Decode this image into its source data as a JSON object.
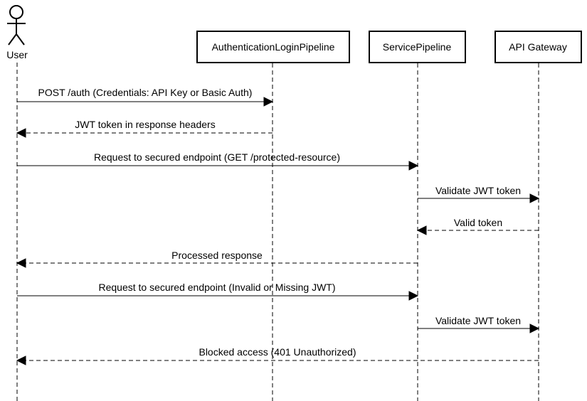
{
  "actor": {
    "id": "user",
    "label": "User"
  },
  "participants": [
    {
      "id": "auth",
      "label": "AuthenticationLoginPipeline"
    },
    {
      "id": "service",
      "label": "ServicePipeline"
    },
    {
      "id": "gateway",
      "label": "API Gateway"
    }
  ],
  "messages": [
    {
      "from": "user",
      "to": "auth",
      "label": "POST /auth (Credentials: API Key or Basic Auth)",
      "style": "solid"
    },
    {
      "from": "auth",
      "to": "user",
      "label": "JWT token in response headers",
      "style": "dashed"
    },
    {
      "from": "user",
      "to": "service",
      "label": "Request to secured endpoint (GET /protected-resource)",
      "style": "solid"
    },
    {
      "from": "service",
      "to": "gateway",
      "label": "Validate JWT token",
      "style": "solid"
    },
    {
      "from": "gateway",
      "to": "service",
      "label": "Valid token",
      "style": "dashed"
    },
    {
      "from": "service",
      "to": "user",
      "label": "Processed response",
      "style": "dashed"
    },
    {
      "from": "user",
      "to": "service",
      "label": "Request to secured endpoint (Invalid or Missing JWT)",
      "style": "solid"
    },
    {
      "from": "service",
      "to": "gateway",
      "label": "Validate JWT token",
      "style": "solid"
    },
    {
      "from": "gateway",
      "to": "user",
      "label": "Blocked access (401 Unauthorized)",
      "style": "dashed"
    }
  ]
}
